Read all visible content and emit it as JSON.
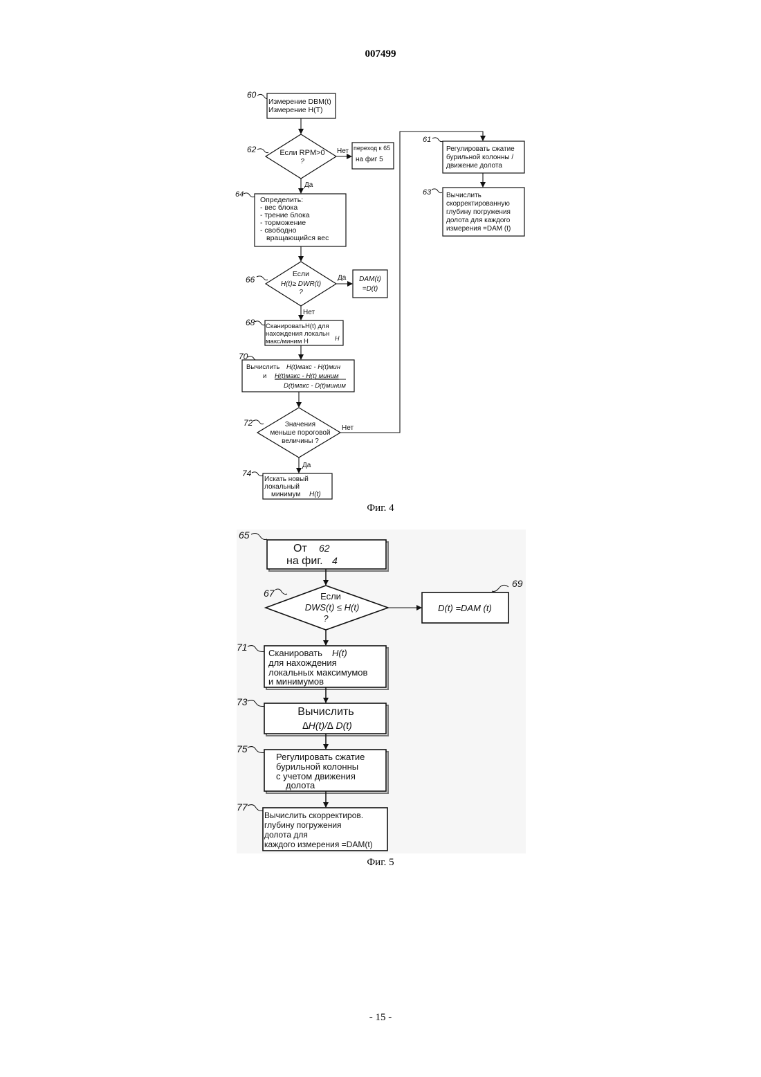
{
  "page": {
    "number": "007499",
    "footer": "- 15 -"
  },
  "fig4": {
    "caption": "Фиг. 4",
    "b60": {
      "ref": "60",
      "l1": "Измерение DBM(t)",
      "l2": "Измерение H(T)"
    },
    "d62": {
      "ref": "62",
      "l1": "Если RPM>0",
      "l2": "?",
      "no": "Нет",
      "yes": "Да"
    },
    "goto65": {
      "l1": "переход к 65",
      "l2": "на фиг  5"
    },
    "b64": {
      "ref": "64",
      "l1": "Определить:",
      "l2": "- вес блока",
      "l3": "- трение блока",
      "l4": "- торможение",
      "l5": "- свободно",
      "l6": "вращающийся вес"
    },
    "d66": {
      "ref": "66",
      "l1": "Если",
      "l2": "H(t)≥ DWR(t)",
      "l3": "?",
      "yes": "Да",
      "no": "Нет"
    },
    "dam": {
      "l1": "DAM(t)",
      "l2": "=D(t)"
    },
    "b68": {
      "ref": "68",
      "l1": "СканироватьH(t) для",
      "l2": "нахождения локальн",
      "l3": "макс/миним  H",
      "tail": "H"
    },
    "b70": {
      "ref": "70",
      "l1a": "Вычислить",
      "l1b": "H(t)макс - H(t)мин",
      "l2a": "и",
      "l2b": "H(t)макс - H(t) миним",
      "l3": "D(t)макс - D(t)миним"
    },
    "d72": {
      "ref": "72",
      "l1": "Значения",
      "l2": "меньше пороговой",
      "l3": "величины ?",
      "no": "Нет",
      "yes": "Да"
    },
    "b74": {
      "ref": "74",
      "l1": "Искать новый",
      "l2": "локальный",
      "l3": "минимум",
      "l3b": "H(t)"
    },
    "b61": {
      "ref": "61",
      "l1": "Регулировать сжатие",
      "l2": "бурильной колонны /",
      "l3": "движение долота"
    },
    "b63": {
      "ref": "63",
      "l1": "Вычислить",
      "l2": "скорректированную",
      "l3": "глубину погружения",
      "l4": "долота для каждого",
      "l5": "измерения =DAM (t)"
    }
  },
  "fig5": {
    "caption": "Фиг. 5",
    "b65": {
      "ref": "65",
      "l1a": "От",
      "l1b": "62",
      "l2a": "на фиг.",
      "l2b": "4"
    },
    "d67": {
      "ref": "67",
      "l1": "Если",
      "l2": "DWS(t) ≤ H(t)",
      "l3": "?"
    },
    "b69": {
      "ref": "69",
      "text": "D(t) =DAM (t)"
    },
    "b71": {
      "ref": "71",
      "l1a": "Сканировать",
      "l1b": "H(t)",
      "l2": "для нахождения",
      "l3": "локальных максимумов",
      "l4": "и минимумов"
    },
    "b73": {
      "ref": "73",
      "l1": "Вычислить",
      "l2": "∆H(t)/∆ D(t)"
    },
    "b75": {
      "ref": "75",
      "l1": "Регулировать сжатие",
      "l2": "бурильной колонны",
      "l3": "с учетом движения",
      "l4": "долота"
    },
    "b77": {
      "ref": "77",
      "l1": "Вычислить скорректиров.",
      "l2": "глубину погружения",
      "l3": "долота для",
      "l4": "каждого измерения =DAM(t)"
    }
  }
}
